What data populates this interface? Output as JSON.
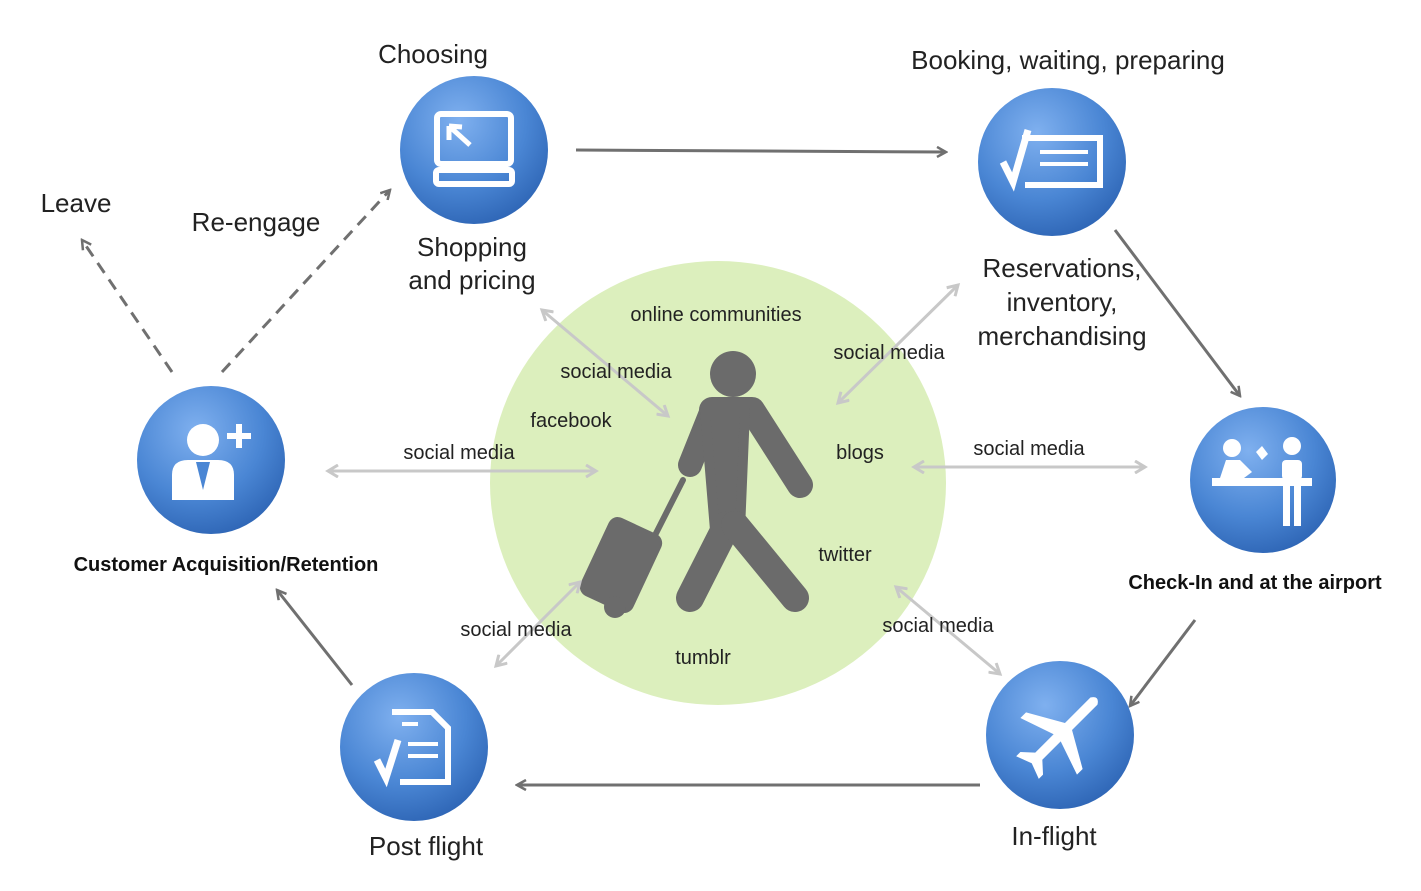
{
  "colors": {
    "stage_circle": "#4a86d4",
    "center_circle": "#dcefbd",
    "traveler": "#6b6b6b",
    "arrow": "#707070",
    "light_arrow": "#c8c8c8"
  },
  "stages": {
    "choosing": {
      "title": "Choosing",
      "caption_lines": [
        "Shopping",
        "and pricing"
      ],
      "icon": "computer-icon"
    },
    "booking": {
      "title": "Booking,  waiting,  preparing",
      "caption_lines": [
        "Reservations,",
        "inventory,",
        "merchandising"
      ],
      "icon": "ticket-check-icon"
    },
    "checkin": {
      "title": "Check-In and at the airport",
      "icon": "check-in-desk-icon"
    },
    "inflight": {
      "title": "In-flight",
      "icon": "airplane-icon"
    },
    "postflight": {
      "title": "Post flight",
      "icon": "document-check-icon"
    },
    "customer": {
      "title": "Customer Acquisition/Retention",
      "icon": "add-user-icon"
    }
  },
  "branches": {
    "leave": "Leave",
    "reengage": "Re-engage"
  },
  "center": {
    "icon": "traveler-with-luggage-icon",
    "words": [
      "online communities",
      "social media",
      "facebook",
      "blogs",
      "twitter",
      "tumblr"
    ]
  },
  "connectors": {
    "social_media": "social media"
  }
}
